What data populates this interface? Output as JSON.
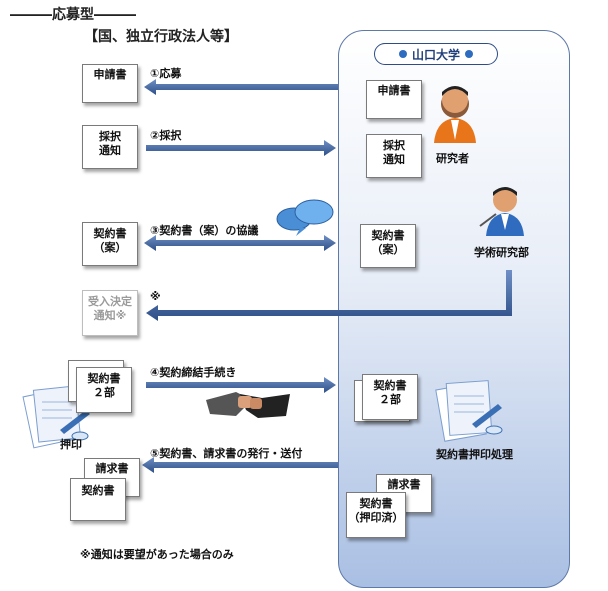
{
  "header": {
    "title": "―――応募型―――",
    "subtitle": "【国、独立行政法人等】"
  },
  "university": {
    "label": "山口大学"
  },
  "roles": {
    "researcher": "研究者",
    "dept": "学術研究部",
    "seal_processing": "契約書押印処理",
    "seal": "押印"
  },
  "left_docs": {
    "application": "申請書",
    "adoption": [
      "採択",
      "通知"
    ],
    "contract_draft": [
      "契約書",
      "（案）"
    ],
    "acceptance": [
      "受入決定",
      "通知※"
    ],
    "contract_two": [
      "契約書",
      "２部"
    ],
    "invoice": "請求書",
    "contract": "契約書"
  },
  "right_docs": {
    "application": "申請書",
    "adoption": [
      "採択",
      "通知"
    ],
    "contract_draft": [
      "契約書",
      "（案）"
    ],
    "contract_two": [
      "契約書",
      "２部"
    ],
    "invoice": "請求書",
    "contract_sealed": [
      "契約書",
      "（押印済）"
    ]
  },
  "steps": {
    "s1": "①応募",
    "s2": "②採択",
    "s3": "③契約書（案）の協議",
    "star": "※",
    "s4": "④契約締結手続き",
    "s5": "⑤契約書、請求書の発行・送付"
  },
  "footnote": "※通知は要望があった場合のみ",
  "colors": {
    "arrow": "#3a5a93",
    "panel_border": "#5e78a8",
    "accent": "#2e6cc0"
  }
}
